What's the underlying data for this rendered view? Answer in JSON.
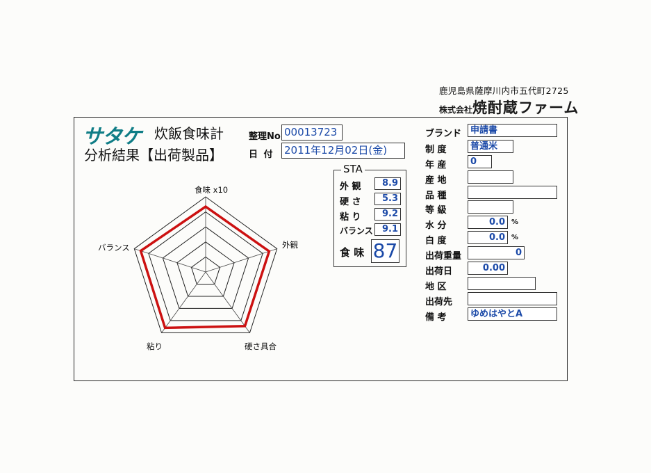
{
  "stamp": {
    "address": "鹿児島県薩摩川内市五代町2725",
    "company_prefix": "株式会社",
    "company_name": "焼酎蔵ファーム"
  },
  "header": {
    "logo": "サタケ",
    "title_line1": "炊飯食味計",
    "title_line2": "分析結果【出荷製品】",
    "serial_label": "整理No.",
    "serial_value": "00013723",
    "date_label": "日 付",
    "date_value": "2011年12月02日(金)"
  },
  "sta": {
    "title": "STA",
    "rows": [
      {
        "label": "外 観",
        "value": "8.9"
      },
      {
        "label": "硬 さ",
        "value": "5.3"
      },
      {
        "label": "粘 り",
        "value": "9.2"
      },
      {
        "label": "バランス",
        "value": "9.1"
      }
    ],
    "score_label": "食 味",
    "score_value": "87"
  },
  "radar": {
    "axes": [
      "食味 x10",
      "外観",
      "硬さ具合",
      "粘り",
      "バランス"
    ],
    "rings": 5,
    "values": [
      0.87,
      0.89,
      0.89,
      0.92,
      0.91
    ],
    "line_color": "#cc1111"
  },
  "fields": {
    "brand_label": "ブランド",
    "brand_value": "申請書",
    "system_label": "制 度",
    "system_value": "普通米",
    "year_label": "年 産",
    "year_value": "0",
    "origin_label": "産 地",
    "origin_value": "",
    "variety_label": "品 種",
    "variety_value": "",
    "grade_label": "等 級",
    "grade_value": "",
    "moisture_label": "水 分",
    "moisture_value": "0.0",
    "moisture_unit": "%",
    "whiteness_label": "白 度",
    "whiteness_value": "0.0",
    "whiteness_unit": "%",
    "weight_label": "出荷重量",
    "weight_value": "0",
    "ship_date_label": "出荷日",
    "ship_date_value": "0.00",
    "region_label": "地 区",
    "region_value": "",
    "destination_label": "出荷先",
    "destination_value": "",
    "notes_label": "備 考",
    "notes_value": "ゆめはやとA"
  }
}
